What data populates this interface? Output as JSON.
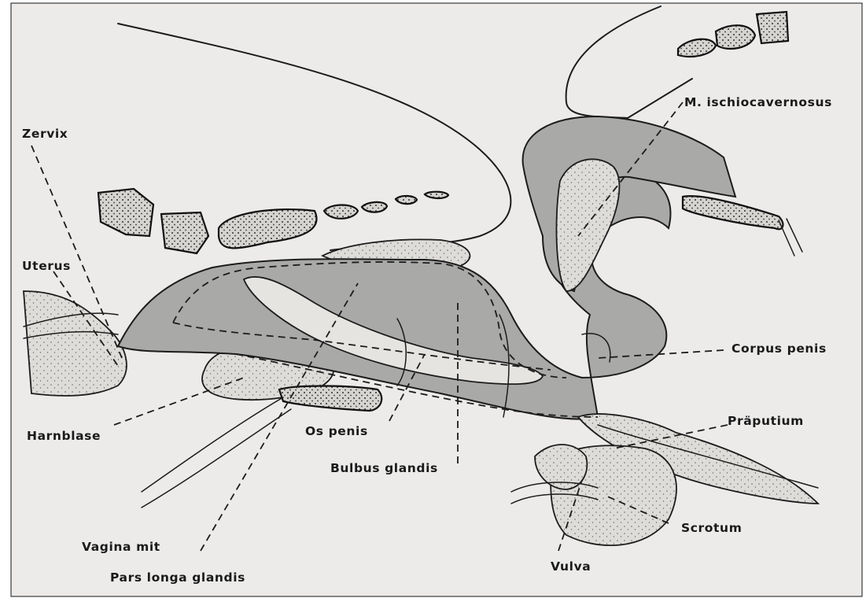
{
  "colors": {
    "background": "#ecebea",
    "erectile_tissue": "#a9a9a8",
    "light_tissue": "#dedcd9",
    "line": "#1c1c1c"
  },
  "labels": {
    "zervix": "Zervix",
    "uterus": "Uterus",
    "harnblase": "Harnblase",
    "vagina": "Vagina  mit",
    "pars_longa": "Pars  longa  glandis",
    "os_penis": "Os  penis",
    "bulbus": "Bulbus  glandis",
    "vulva": "Vulva",
    "scrotum": "Scrotum",
    "praeputium": "Präputium",
    "corpus_penis": "Corpus  penis",
    "ischiocavernosus": "M. ischiocavernosus"
  }
}
